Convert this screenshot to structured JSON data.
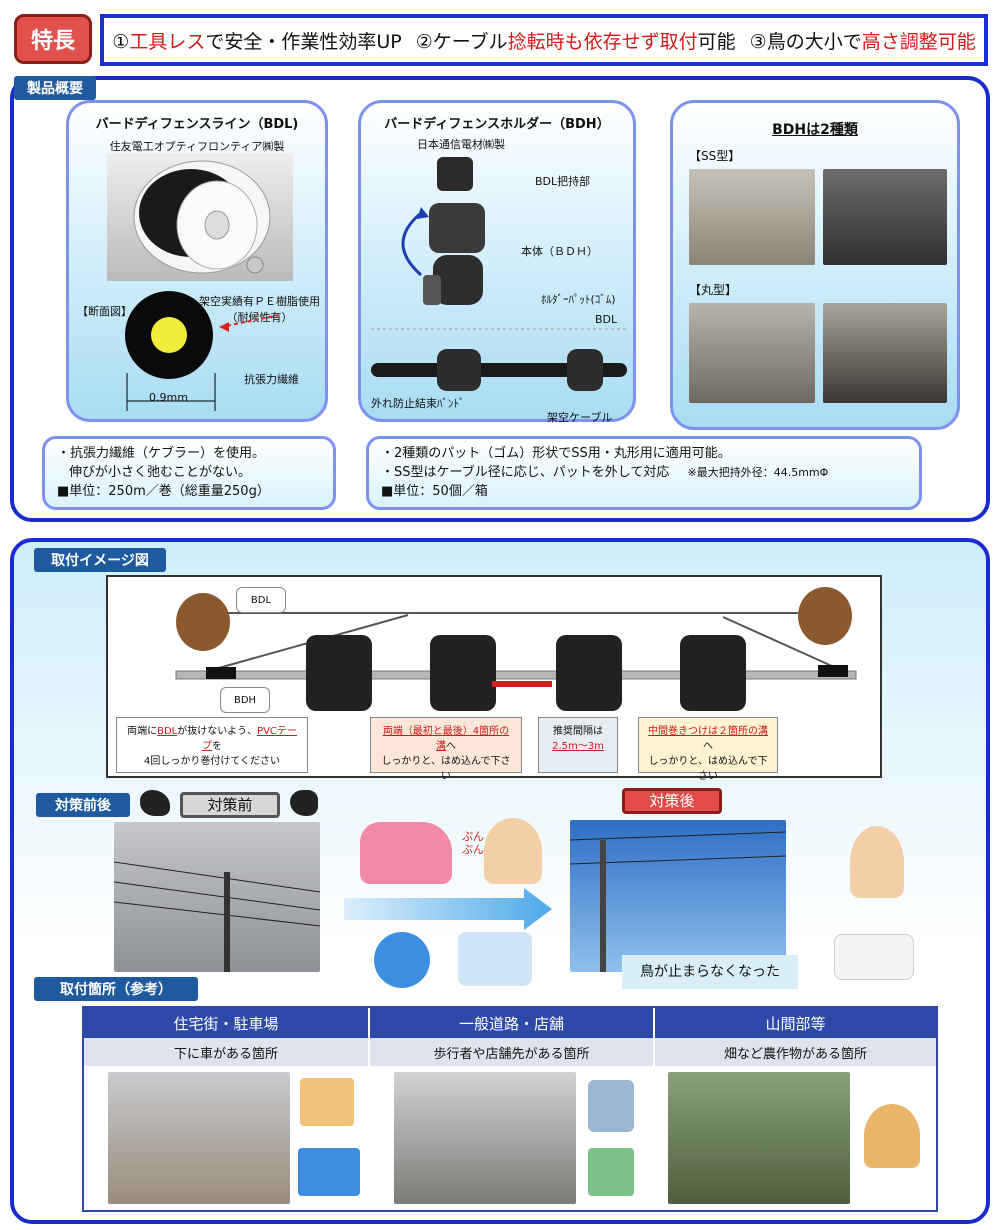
{
  "features": {
    "badge": "特長",
    "p1_num": "①",
    "p1_red": "工具レス",
    "p1_rest": "で安全・作業性効率UP",
    "p2_num": "②ケーブル",
    "p2_red": "捻転時も依存せず取付",
    "p2_rest": "可能",
    "p3_num": "③鳥の大小で",
    "p3_red": "高さ調整可能"
  },
  "overview": {
    "label": "製品概要",
    "bdl": {
      "title": "バードディフェンスライン（BDL)",
      "maker": "住友電工オプティフロンティア㈱製",
      "section_label": "【断面図】",
      "coat_label_1": "架空実績有ＰＥ樹脂使用",
      "coat_label_2": "（耐候性有）",
      "fiber_label": "抗張力繊維",
      "diameter": "0.9mm"
    },
    "bdh": {
      "title": "バードディフェンスホルダー（BDH）",
      "maker": "日本通信電材㈱製",
      "grip_label": "BDL把持部",
      "body_label": "本体（ＢＤＨ）",
      "pad_label": "ﾎﾙﾀﾞｰﾊﾟｯﾄ(ｺﾞﾑ)",
      "bdl_label": "BDL",
      "band_label": "外れ防止結束ﾊﾞﾝﾄﾞ",
      "cable_label": "架空ケーブル"
    },
    "types": {
      "title": "BDHは2種類",
      "ss": "【SS型】",
      "round": "【丸型】"
    },
    "note_left": {
      "line1": "・抗張力繊維（ケブラー）を使用。",
      "line2": "伸びが小さく弛むことがない。",
      "line3": "■単位：250m／巻（総重量250g）"
    },
    "note_right": {
      "line1": "・2種類のパット（ゴム）形状でSS用・丸形用に適用可能。",
      "line2": "・SS型はケーブル径に応じ、パットを外して対応",
      "line2_note": "※最大把持外径：44.5mmΦ",
      "line3": "■単位：50個／箱"
    }
  },
  "install": {
    "label": "取付イメージ図",
    "bdl_tag": "BDL",
    "bdh_tag": "BDH",
    "callout1_a": "両端に",
    "callout1_red1": "BDL",
    "callout1_b": "が抜けないよう、",
    "callout1_red2": "PVCテープ",
    "callout1_c": "を",
    "callout1_line2": "4回しっかり巻付けてください",
    "callout2_red": "両端（最初と最後）4箇所の溝",
    "callout2_a": "へ",
    "callout2_line2": "しっかりと、はめ込んで下さい",
    "callout3_line1": "推奨間隔は",
    "callout3_red": "2.5m～3m",
    "callout4_red": "中間巻きつけは２箇所の溝",
    "callout4_a": "へ",
    "callout4_line2": "しっかりと、はめ込んで下さい"
  },
  "before_after": {
    "label": "対策前後",
    "before": "対策前",
    "after": "対策後",
    "caption": "鳥が止まらなくなった",
    "angry_text": "ぷん ぷん"
  },
  "locations": {
    "label": "取付箇所（参考）",
    "columns": [
      {
        "head": "住宅街・駐車場",
        "sub": "下に車がある箇所"
      },
      {
        "head": "一般道路・店舗",
        "sub": "歩行者や店舗先がある箇所"
      },
      {
        "head": "山間部等",
        "sub": "畑など農作物がある箇所"
      }
    ]
  },
  "colors": {
    "accent_blue": "#1a2ccf",
    "label_blue": "#1f5a9f",
    "highlight_red": "#d21a1a"
  }
}
